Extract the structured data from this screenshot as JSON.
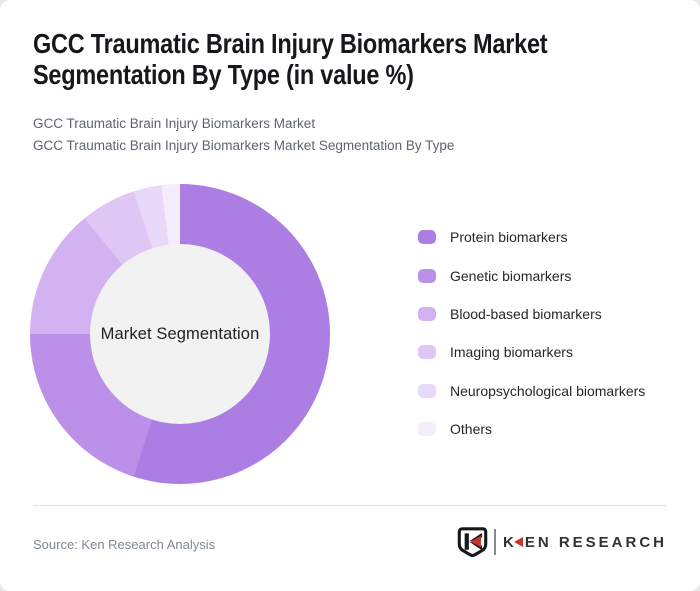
{
  "header": {
    "title_line1": "GCC Traumatic Brain Injury Biomarkers Market",
    "title_line2": "Segmentation By Type (in value %)",
    "subtitle_line1": "GCC Traumatic Brain Injury Biomarkers Market",
    "subtitle_line2": "GCC Traumatic Brain Injury Biomarkers Market Segmentation By Type"
  },
  "chart_data": {
    "type": "pie",
    "variant": "donut",
    "title": "GCC Traumatic Brain Injury Biomarkers Market Segmentation By Type (in value %)",
    "center_label": "Market Segmentation",
    "unit": "%",
    "start_angle_deg": 0,
    "direction": "clockwise",
    "legend_position": "right",
    "categories": [
      "Protein biomarkers",
      "Genetic biomarkers",
      "Blood-based biomarkers",
      "Imaging biomarkers",
      "Neuropsychological biomarkers",
      "Others"
    ],
    "values": [
      55,
      20,
      14,
      6,
      3,
      2
    ],
    "colors": [
      "#ac7de2",
      "#bc90e8",
      "#d2b2f0",
      "#dfc7f5",
      "#e9d9f9",
      "#f4edfc"
    ],
    "hole_color": "#f2f2f3",
    "hole_ratio": 0.6
  },
  "legend": {
    "items": [
      {
        "label": "Protein biomarkers",
        "color": "#ac7de2"
      },
      {
        "label": "Genetic biomarkers",
        "color": "#bc90e8"
      },
      {
        "label": "Blood-based biomarkers",
        "color": "#d2b2f0"
      },
      {
        "label": "Imaging biomarkers",
        "color": "#dfc7f5"
      },
      {
        "label": "Neuropsychological biomarkers",
        "color": "#e9d9f9"
      },
      {
        "label": "Others",
        "color": "#f4edfc"
      }
    ]
  },
  "footer": {
    "source": "Source: Ken Research Analysis",
    "logo": {
      "brand": "KEN RESEARCH",
      "text_k": "K",
      "text_rest": "EN RESEARCH",
      "accent_color": "#c4372e"
    }
  }
}
